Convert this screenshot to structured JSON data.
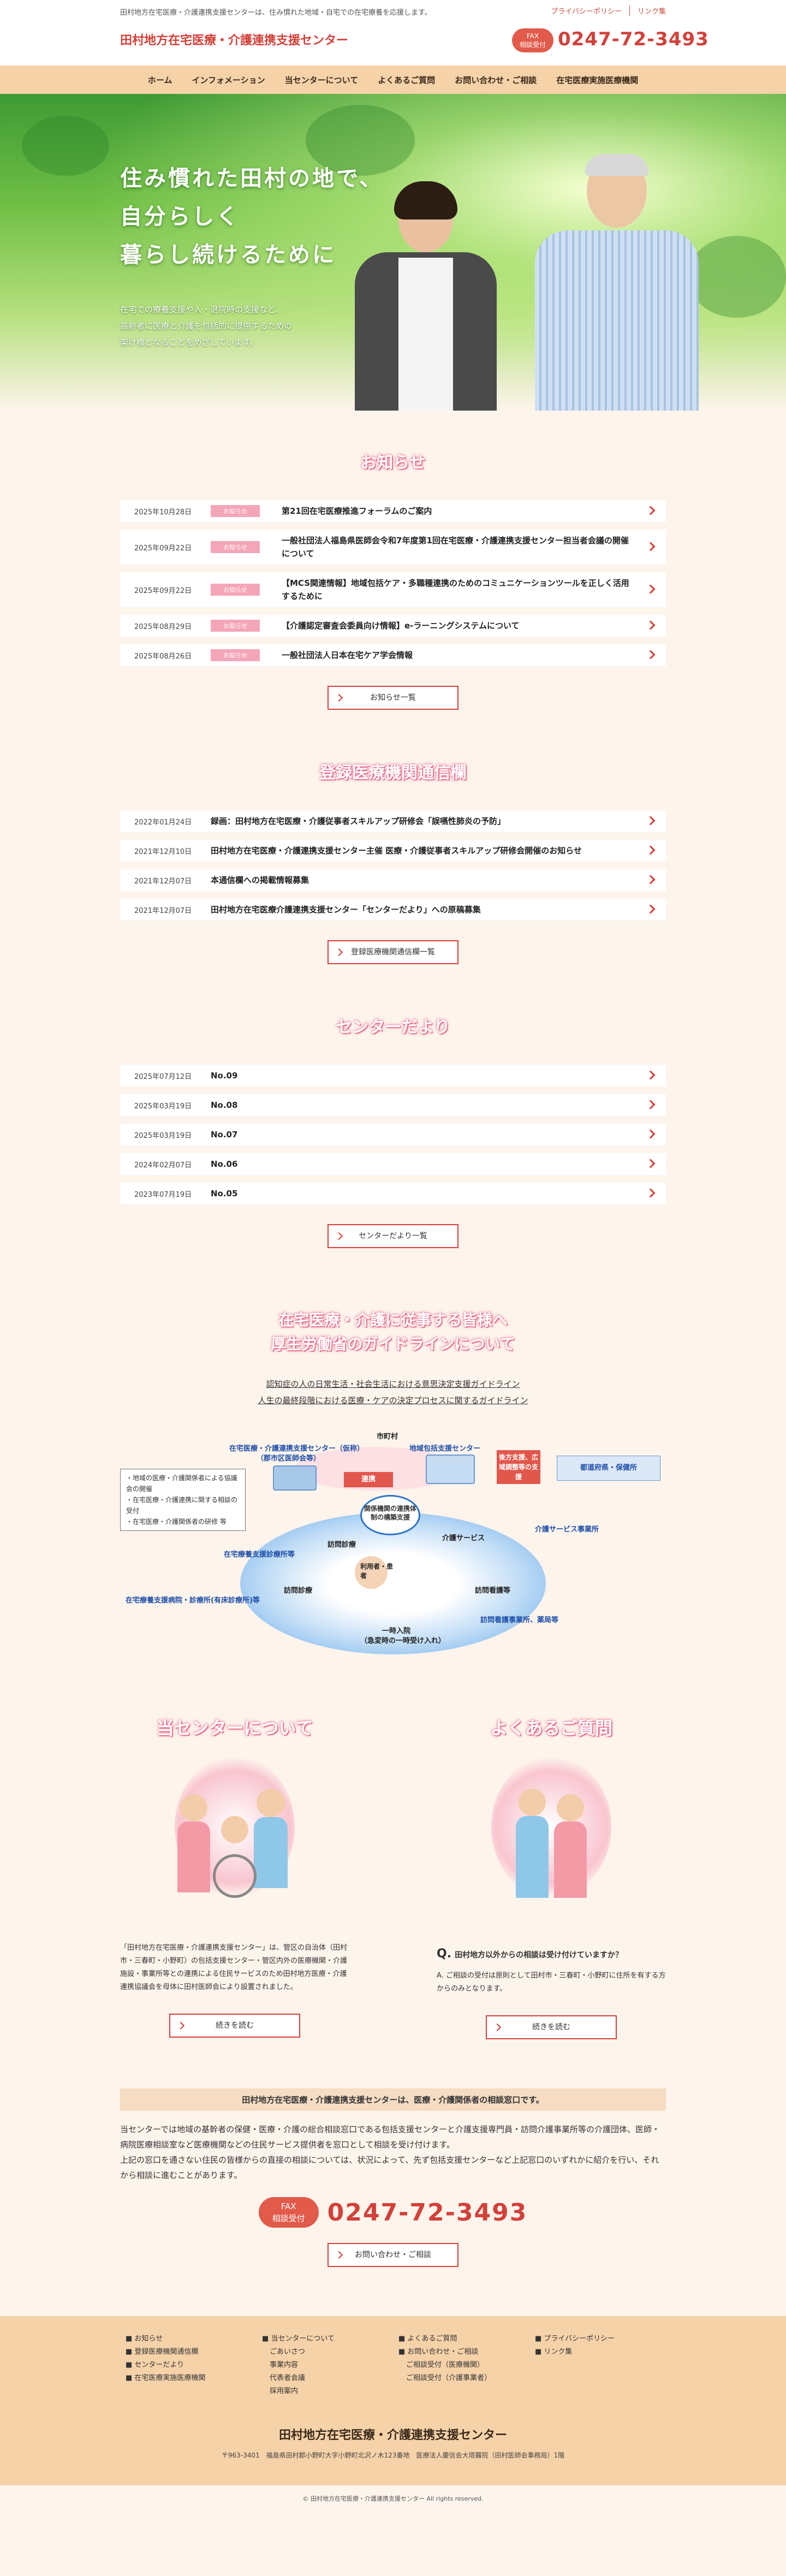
{
  "header": {
    "description": "田村地方在宅医療・介護連携支援センターは、住み慣れた地域・自宅での在宅療養を応援します。",
    "links": [
      "プライバシーポリシー",
      "リンク集"
    ],
    "site_name": "田村地方在宅医療・介護連携支援センター",
    "fax_label_1": "FAX",
    "fax_label_2": "相談受付",
    "tel": "0247-72-3493"
  },
  "nav": [
    "ホーム",
    "インフォメーション",
    "当センターについて",
    "よくあるご質問",
    "お問い合わせ・ご相談",
    "在宅医療実施医療機関"
  ],
  "hero": {
    "copy": [
      "住み慣れた田村の地で、",
      "自分らしく",
      "暮らし続けるために"
    ],
    "sub": [
      "在宅での療養支援や入・退院時の支援など、",
      "高齢者に医療と介護を包括的に提供するための",
      "架け橋となることをめざしています。"
    ]
  },
  "news": {
    "title": "お知らせ",
    "badge": "お知らせ",
    "items": [
      {
        "date": "2025年10月28日",
        "title": "第21回在宅医療推進フォーラムのご案内"
      },
      {
        "date": "2025年09月22日",
        "title": "一般社団法人福島県医師会令和7年度第1回在宅医療・介護連携支援センター担当者会議の開催について"
      },
      {
        "date": "2025年09月22日",
        "title": "【MCS関連情報】地域包括ケア・多職種連携のためのコミュニケーションツールを正しく活用するために"
      },
      {
        "date": "2025年08月29日",
        "title": "【介護認定審査会委員向け情報】e-ラーニングシステムについて"
      },
      {
        "date": "2025年08月26日",
        "title": "一般社団法人日本在宅ケア学会情報"
      }
    ],
    "button": "お知らせ一覧"
  },
  "registered": {
    "title": "登録医療機関通信欄",
    "items": [
      {
        "date": "2022年01月24日",
        "title": "録画：田村地方在宅医療・介護従事者スキルアップ研修会「誤嚥性肺炎の予防」"
      },
      {
        "date": "2021年12月10日",
        "title": "田村地方在宅医療・介護連携支援センター主催 医療・介護従事者スキルアップ研修会開催のお知らせ"
      },
      {
        "date": "2021年12月07日",
        "title": "本通信欄への掲載情報募集"
      },
      {
        "date": "2021年12月07日",
        "title": "田村地方在宅医療介護連携支援センター「センターだより」への原稿募集"
      }
    ],
    "button": "登録医療機関通信欄一覧"
  },
  "letters": {
    "title": "センターだより",
    "items": [
      {
        "date": "2025年07月12日",
        "title": "No.09"
      },
      {
        "date": "2025年03月19日",
        "title": "No.08"
      },
      {
        "date": "2025年03月19日",
        "title": "No.07"
      },
      {
        "date": "2024年02月07日",
        "title": "No.06"
      },
      {
        "date": "2023年07月19日",
        "title": "No.05"
      }
    ],
    "button": "センターだより一覧"
  },
  "guidelines": {
    "title_1": "在宅医療・介護に従事する皆様へ",
    "title_2": "厚生労働省のガイドラインについて",
    "links": [
      "認知症の人の日常生活・社会生活における意思決定支援ガイドライン",
      "人生の最終段階における医療・ケアの決定プロセスに関するガイドライン"
    ]
  },
  "diagram": {
    "city": "市町村",
    "center": "在宅医療・介護連携支援センター（仮称）",
    "center_sub": "（郡市区医師会等）",
    "hospital_center": "地域包括支援センター",
    "liaison": "連携",
    "backing": "後方支援、広域調整等の支援",
    "pref": "都道府県・保健所",
    "support": "関係機関の連携体制の構築支援",
    "left_list": [
      "・地域の医療・介護関係者による協議会の開催",
      "・在宅医療・介護連携に関する相談の受付",
      "・在宅医療・介護関係者の研修 等"
    ],
    "clinic": "在宅療養支援診療所等",
    "hospital": "在宅療養支援病院・診療所(有床診療所)等",
    "care_office": "介護サービス事業所",
    "home_visit": "訪問診療",
    "care_service": "介護サービス",
    "patient": "利用者・患者",
    "visit_nursing": "訪問看護等",
    "visit_nursing_office": "訪問看護事業所、薬局等",
    "temp_admit": "一時入院",
    "temp_admit_sub": "（急変時の一時受け入れ）",
    "visit_diag2": "訪問診療"
  },
  "about": {
    "title": "当センターについて",
    "text": "「田村地方在宅医療・介護連携支援センター」は、管区の自治体（田村市・三春町・小野町）の包括支援センター・管区内外の医療機関・介護施設・事業所等との連携による住民サービスのため田村地方医療・介護連携協議会を母体に田村医師会により設置されました。",
    "button": "続きを読む"
  },
  "faq": {
    "title": "よくあるご質問",
    "q_mark": "Q.",
    "question": "田村地方以外からの相談は受け付けていますか？",
    "answer": "A. ご相談の受付は原則として田村市・三春町・小野町に住所を有する方からのみとなります。",
    "button": "続きを読む"
  },
  "consult": {
    "bar": "田村地方在宅医療・介護連携支援センターは、医療・介護関係者の相談窓口です。",
    "text": [
      "当センターでは地域の基幹者の保健・医療・介護の総合相談窓口である包括支援センターと介護支援専門員・訪問介護事業所等の介護団体、医師・病院医療相談室など医療機関などの住民サービス提供者を窓口として相談を受け付けます。",
      "上記の窓口を通さない住民の皆様からの直接の相談については、状況によって、先ず包括支援センターなど上記窓口のいずれかに紹介を行い、それから相談に進むことがあります。"
    ],
    "fax_1": "FAX",
    "fax_2": "相談受付",
    "tel": "0247-72-3493",
    "button": "お問い合わせ・ご相談"
  },
  "footer": {
    "col1": [
      "お知らせ",
      "登録医療機関通信欄",
      "センターだより",
      "在宅医療実施医療機関"
    ],
    "col2": [
      "当センターについて"
    ],
    "col2_sub": [
      "ごあいさつ",
      "事業内容",
      "代表者会議",
      "採用案内"
    ],
    "col3": [
      "よくあるご質問",
      "お問い合わせ・ご相談"
    ],
    "col3_sub": [
      "ご相談受付（医療機関）",
      "ご相談受付（介護事業者）"
    ],
    "col4": [
      "プライバシーポリシー",
      "リンク集"
    ],
    "name": "田村地方在宅医療・介護連携支援センター",
    "address": "〒963-3401　福島県田村郡小野町大字小野町北沢ノ木123番地　医療法人慶信会大塔醫院（田村医師会事務局）1階",
    "copyright": "© 田村地方在宅医療・介護連携支援センター All rights reserved."
  },
  "colors": {
    "accent": "#d2413a",
    "nav": "#f6d2a9",
    "page": "#fdf4ec",
    "pink_title": "#e96a8a"
  }
}
